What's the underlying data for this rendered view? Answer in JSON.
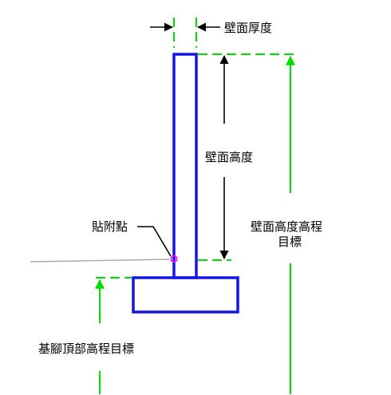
{
  "labels": {
    "wall_thickness": "壁面厚度",
    "wall_height": "壁面高度",
    "wall_height_target_line1": "壁面高度高程",
    "wall_height_target_line2": "目標",
    "attach_point": "貼附點",
    "footing_top_target": "基腳頂部高程目標"
  },
  "colors": {
    "wall": "#1515e6",
    "dimension_guides": "#00dd00",
    "dimension_arrows": "#000000",
    "attach_marker": "#ff00ff",
    "ground_line": "#a8a8a8"
  }
}
